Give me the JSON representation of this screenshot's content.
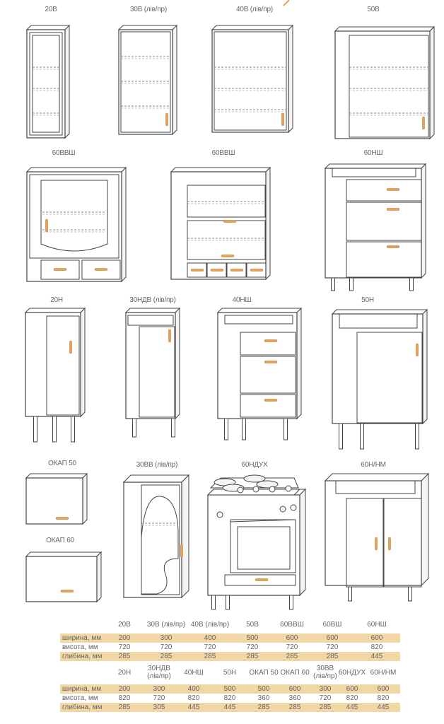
{
  "colors": {
    "handle": "#e7a257",
    "band": "#f1d7a6",
    "line": "#444444"
  },
  "items": [
    {
      "label": "20В"
    },
    {
      "label": "30В (лів/пр)"
    },
    {
      "label": "40В (лів/пр)"
    },
    {
      "label": "50В"
    },
    {
      "label": "60ВВШ"
    },
    {
      "label": "60ВВШ"
    },
    {
      "label": "60НШ"
    },
    {
      "label": "20Н"
    },
    {
      "label": "30НДВ (лів/пр)"
    },
    {
      "label": "40НШ"
    },
    {
      "label": "50Н"
    },
    {
      "label": "ОКАП 50"
    },
    {
      "label": "ОКАП 60"
    },
    {
      "label": "30ВВ (лів/пр)"
    },
    {
      "label": "60НДУХ"
    },
    {
      "label": "60Н/НМ"
    }
  ],
  "tables": [
    {
      "headers": [
        "20В",
        "30В (лів/пр)",
        "40В  (лів/пр)",
        "50В",
        "60ВВШ",
        "60ВШ",
        "60НШ"
      ],
      "rows": [
        {
          "label": "ширина, мм",
          "values": [
            "200",
            "300",
            "400",
            "500",
            "600",
            "600",
            "600"
          ]
        },
        {
          "label": "висота, мм",
          "values": [
            "720",
            "720",
            "720",
            "720",
            "720",
            "720",
            "820"
          ]
        },
        {
          "label": "глибина, мм",
          "values": [
            "285",
            "285",
            "285",
            "285",
            "285",
            "285",
            "445"
          ]
        }
      ]
    },
    {
      "headers": [
        "20Н",
        "30НДВ (лів/пр)",
        "40НШ",
        "50Н",
        "ОКАП 50",
        "ОКАП 60",
        "30ВВ (лів/пр)",
        "60НДУХ",
        "60Н/НМ"
      ],
      "rows": [
        {
          "label": "ширина, мм",
          "values": [
            "200",
            "300",
            "400",
            "500",
            "500",
            "600",
            "300",
            "600",
            "600"
          ]
        },
        {
          "label": "висота, мм",
          "values": [
            "820",
            "720",
            "820",
            "820",
            "360",
            "360",
            "720",
            "820",
            "820"
          ]
        },
        {
          "label": "глибина, мм",
          "values": [
            "285",
            "305",
            "445",
            "445",
            "285",
            "285",
            "285",
            "445",
            "445"
          ]
        }
      ]
    }
  ]
}
